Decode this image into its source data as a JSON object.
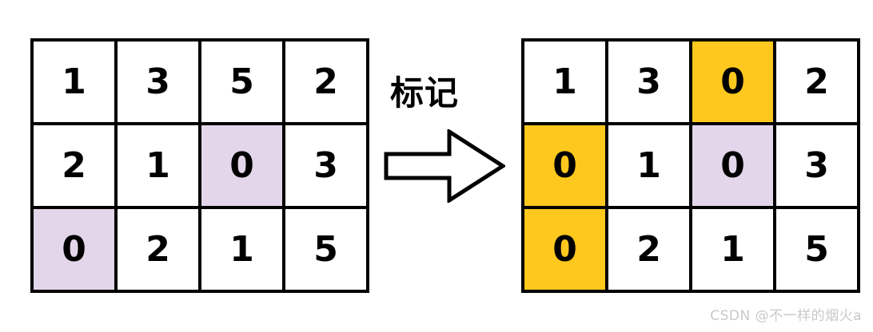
{
  "figure": {
    "transition_label": "标记",
    "arrow_icon": "right-arrow-outline-icon",
    "watermark": "CSDN @不一样的烟火a",
    "colors": {
      "highlight_purple": "#e3d6ea",
      "highlight_yellow": "#ffc81e",
      "grid_line": "#000000",
      "cell_background": "#ffffff",
      "digit": "#000000",
      "watermark": "#c9c9c9"
    }
  },
  "chart_data": {
    "type": "table",
    "title": "标记",
    "grids": [
      {
        "name": "before-matrix",
        "rows": 3,
        "cols": 4,
        "values": [
          [
            1,
            3,
            5,
            2
          ],
          [
            2,
            1,
            0,
            3
          ],
          [
            0,
            2,
            1,
            5
          ]
        ],
        "highlights": [
          {
            "row": 1,
            "col": 2,
            "color": "purple"
          },
          {
            "row": 2,
            "col": 0,
            "color": "purple"
          }
        ]
      },
      {
        "name": "after-matrix",
        "rows": 3,
        "cols": 4,
        "values": [
          [
            1,
            3,
            0,
            2
          ],
          [
            0,
            1,
            0,
            3
          ],
          [
            0,
            2,
            1,
            5
          ]
        ],
        "highlights": [
          {
            "row": 0,
            "col": 2,
            "color": "yellow"
          },
          {
            "row": 1,
            "col": 0,
            "color": "yellow"
          },
          {
            "row": 1,
            "col": 2,
            "color": "purple"
          },
          {
            "row": 2,
            "col": 0,
            "color": "yellow"
          }
        ]
      }
    ]
  },
  "matrix_left": {
    "cells": [
      {
        "value": "1",
        "highlight": "none"
      },
      {
        "value": "3",
        "highlight": "none"
      },
      {
        "value": "5",
        "highlight": "none"
      },
      {
        "value": "2",
        "highlight": "none"
      },
      {
        "value": "2",
        "highlight": "none"
      },
      {
        "value": "1",
        "highlight": "none"
      },
      {
        "value": "0",
        "highlight": "purple"
      },
      {
        "value": "3",
        "highlight": "none"
      },
      {
        "value": "0",
        "highlight": "purple"
      },
      {
        "value": "2",
        "highlight": "none"
      },
      {
        "value": "1",
        "highlight": "none"
      },
      {
        "value": "5",
        "highlight": "none"
      }
    ]
  },
  "matrix_right": {
    "cells": [
      {
        "value": "1",
        "highlight": "none"
      },
      {
        "value": "3",
        "highlight": "none"
      },
      {
        "value": "0",
        "highlight": "yellow"
      },
      {
        "value": "2",
        "highlight": "none"
      },
      {
        "value": "0",
        "highlight": "yellow"
      },
      {
        "value": "1",
        "highlight": "none"
      },
      {
        "value": "0",
        "highlight": "purple"
      },
      {
        "value": "3",
        "highlight": "none"
      },
      {
        "value": "0",
        "highlight": "yellow"
      },
      {
        "value": "2",
        "highlight": "none"
      },
      {
        "value": "1",
        "highlight": "none"
      },
      {
        "value": "5",
        "highlight": "none"
      }
    ]
  }
}
